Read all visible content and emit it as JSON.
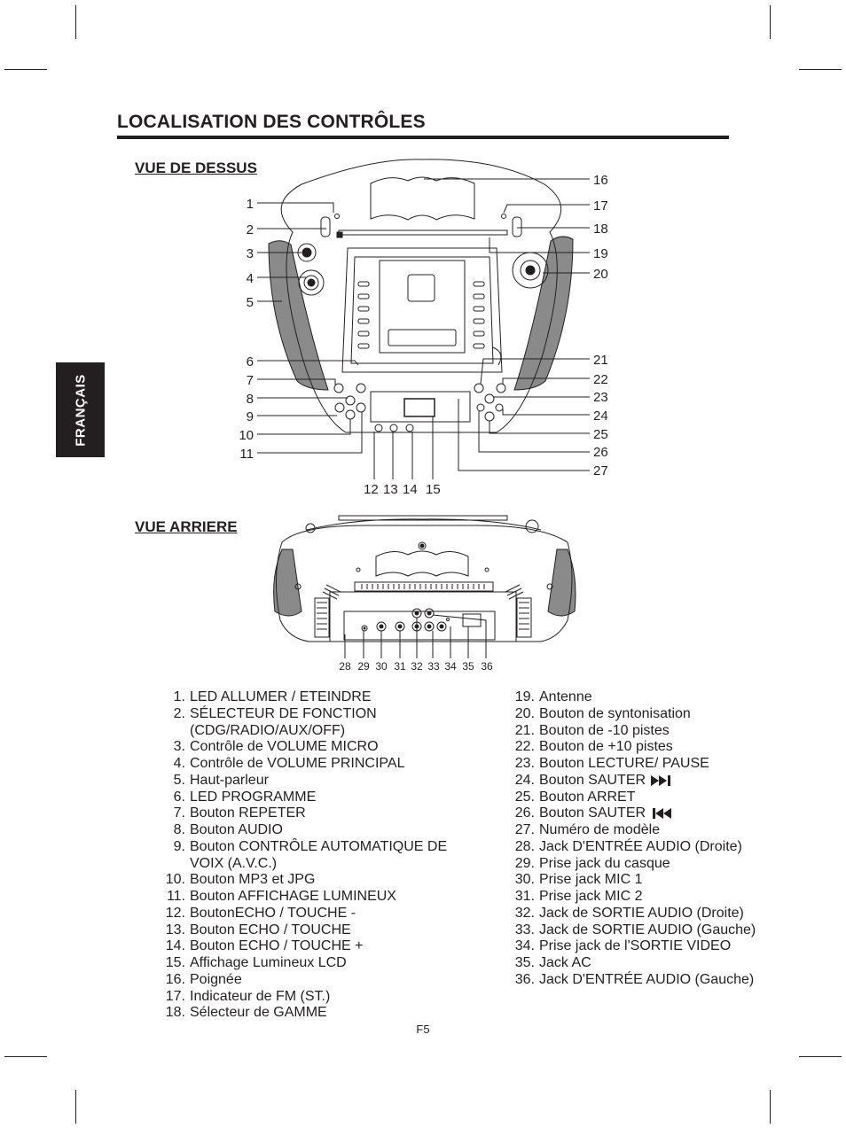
{
  "page": {
    "title": "LOCALISATION DES CONTRÔLES",
    "language_tab": "FRANÇAIS",
    "page_number": "F5"
  },
  "top_view": {
    "label": "VUE DE DESSUS",
    "callouts_left": [
      "1",
      "2",
      "3",
      "4",
      "5",
      "6",
      "7",
      "8",
      "9",
      "10",
      "11"
    ],
    "callouts_right": [
      "16",
      "17",
      "18",
      "19",
      "20",
      "21",
      "22",
      "23",
      "24",
      "25",
      "26",
      "27"
    ],
    "callouts_bottom": [
      "12",
      "13",
      "14",
      "15"
    ]
  },
  "rear_view": {
    "label": "VUE ARRIERE",
    "callouts": [
      "28",
      "29",
      "30",
      "31",
      "32",
      "33",
      "34",
      "35",
      "36"
    ]
  },
  "legend_left": [
    {
      "num": "1.",
      "text": "LED ALLUMER / ETEINDRE"
    },
    {
      "num": "2.",
      "text": "SÉLECTEUR DE FONCTION",
      "cont": "(CDG/RADIO/AUX/OFF)"
    },
    {
      "num": "3.",
      "text": "Contrôle de VOLUME MICRO"
    },
    {
      "num": "4.",
      "text": "Contrôle de VOLUME PRINCIPAL"
    },
    {
      "num": "5.",
      "text": "Haut-parleur"
    },
    {
      "num": "6.",
      "text": "LED PROGRAMME"
    },
    {
      "num": "7.",
      "text": "Bouton REPETER"
    },
    {
      "num": "8.",
      "text": "Bouton AUDIO"
    },
    {
      "num": "9.",
      "text": "Bouton CONTRÔLE AUTOMATIQUE DE",
      "cont": "VOIX (A.V.C.)"
    },
    {
      "num": "10.",
      "text": "Bouton MP3 et JPG"
    },
    {
      "num": "11.",
      "text": "Bouton AFFICHAGE LUMINEUX"
    },
    {
      "num": "12.",
      "text": "BoutonECHO / TOUCHE -"
    },
    {
      "num": "13.",
      "text": "Bouton ECHO / TOUCHE"
    },
    {
      "num": "14.",
      "text": "Bouton ECHO / TOUCHE +"
    },
    {
      "num": "15.",
      "text": "Affichage Lumineux LCD"
    },
    {
      "num": "16.",
      "text": "Poignée"
    },
    {
      "num": "17.",
      "text": "Indicateur de FM (ST.)"
    },
    {
      "num": "18.",
      "text": "Sélecteur de GAMME"
    }
  ],
  "legend_right": [
    {
      "num": "19.",
      "text": "Antenne"
    },
    {
      "num": "20.",
      "text": "Bouton de syntonisation"
    },
    {
      "num": "21.",
      "text": "Bouton de -10 pistes"
    },
    {
      "num": "22.",
      "text": "Bouton de +10 pistes"
    },
    {
      "num": "23.",
      "text": "Bouton LECTURE/ PAUSE"
    },
    {
      "num": "24.",
      "text": "Bouton SAUTER",
      "icon": "skip-next-icon"
    },
    {
      "num": "25.",
      "text": "Bouton ARRET"
    },
    {
      "num": "26.",
      "text": "Bouton SAUTER",
      "icon": "skip-previous-icon"
    },
    {
      "num": "27.",
      "text": "Numéro de modèle"
    },
    {
      "num": "28.",
      "text": "Jack D'ENTRÉE AUDIO (Droite)"
    },
    {
      "num": "29.",
      "text": "Prise jack du casque"
    },
    {
      "num": "30.",
      "text": "Prise jack MIC 1"
    },
    {
      "num": "31.",
      "text": "Prise jack MIC 2"
    },
    {
      "num": "32.",
      "text": "Jack de SORTIE AUDIO (Droite)"
    },
    {
      "num": "33.",
      "text": "Jack de SORTIE AUDIO (Gauche)"
    },
    {
      "num": "34.",
      "text": "Prise jack de l'SORTIE VIDEO"
    },
    {
      "num": "35.",
      "text": "Jack AC"
    },
    {
      "num": "36.",
      "text": "Jack D'ENTRÉE AUDIO (Gauche)"
    }
  ]
}
